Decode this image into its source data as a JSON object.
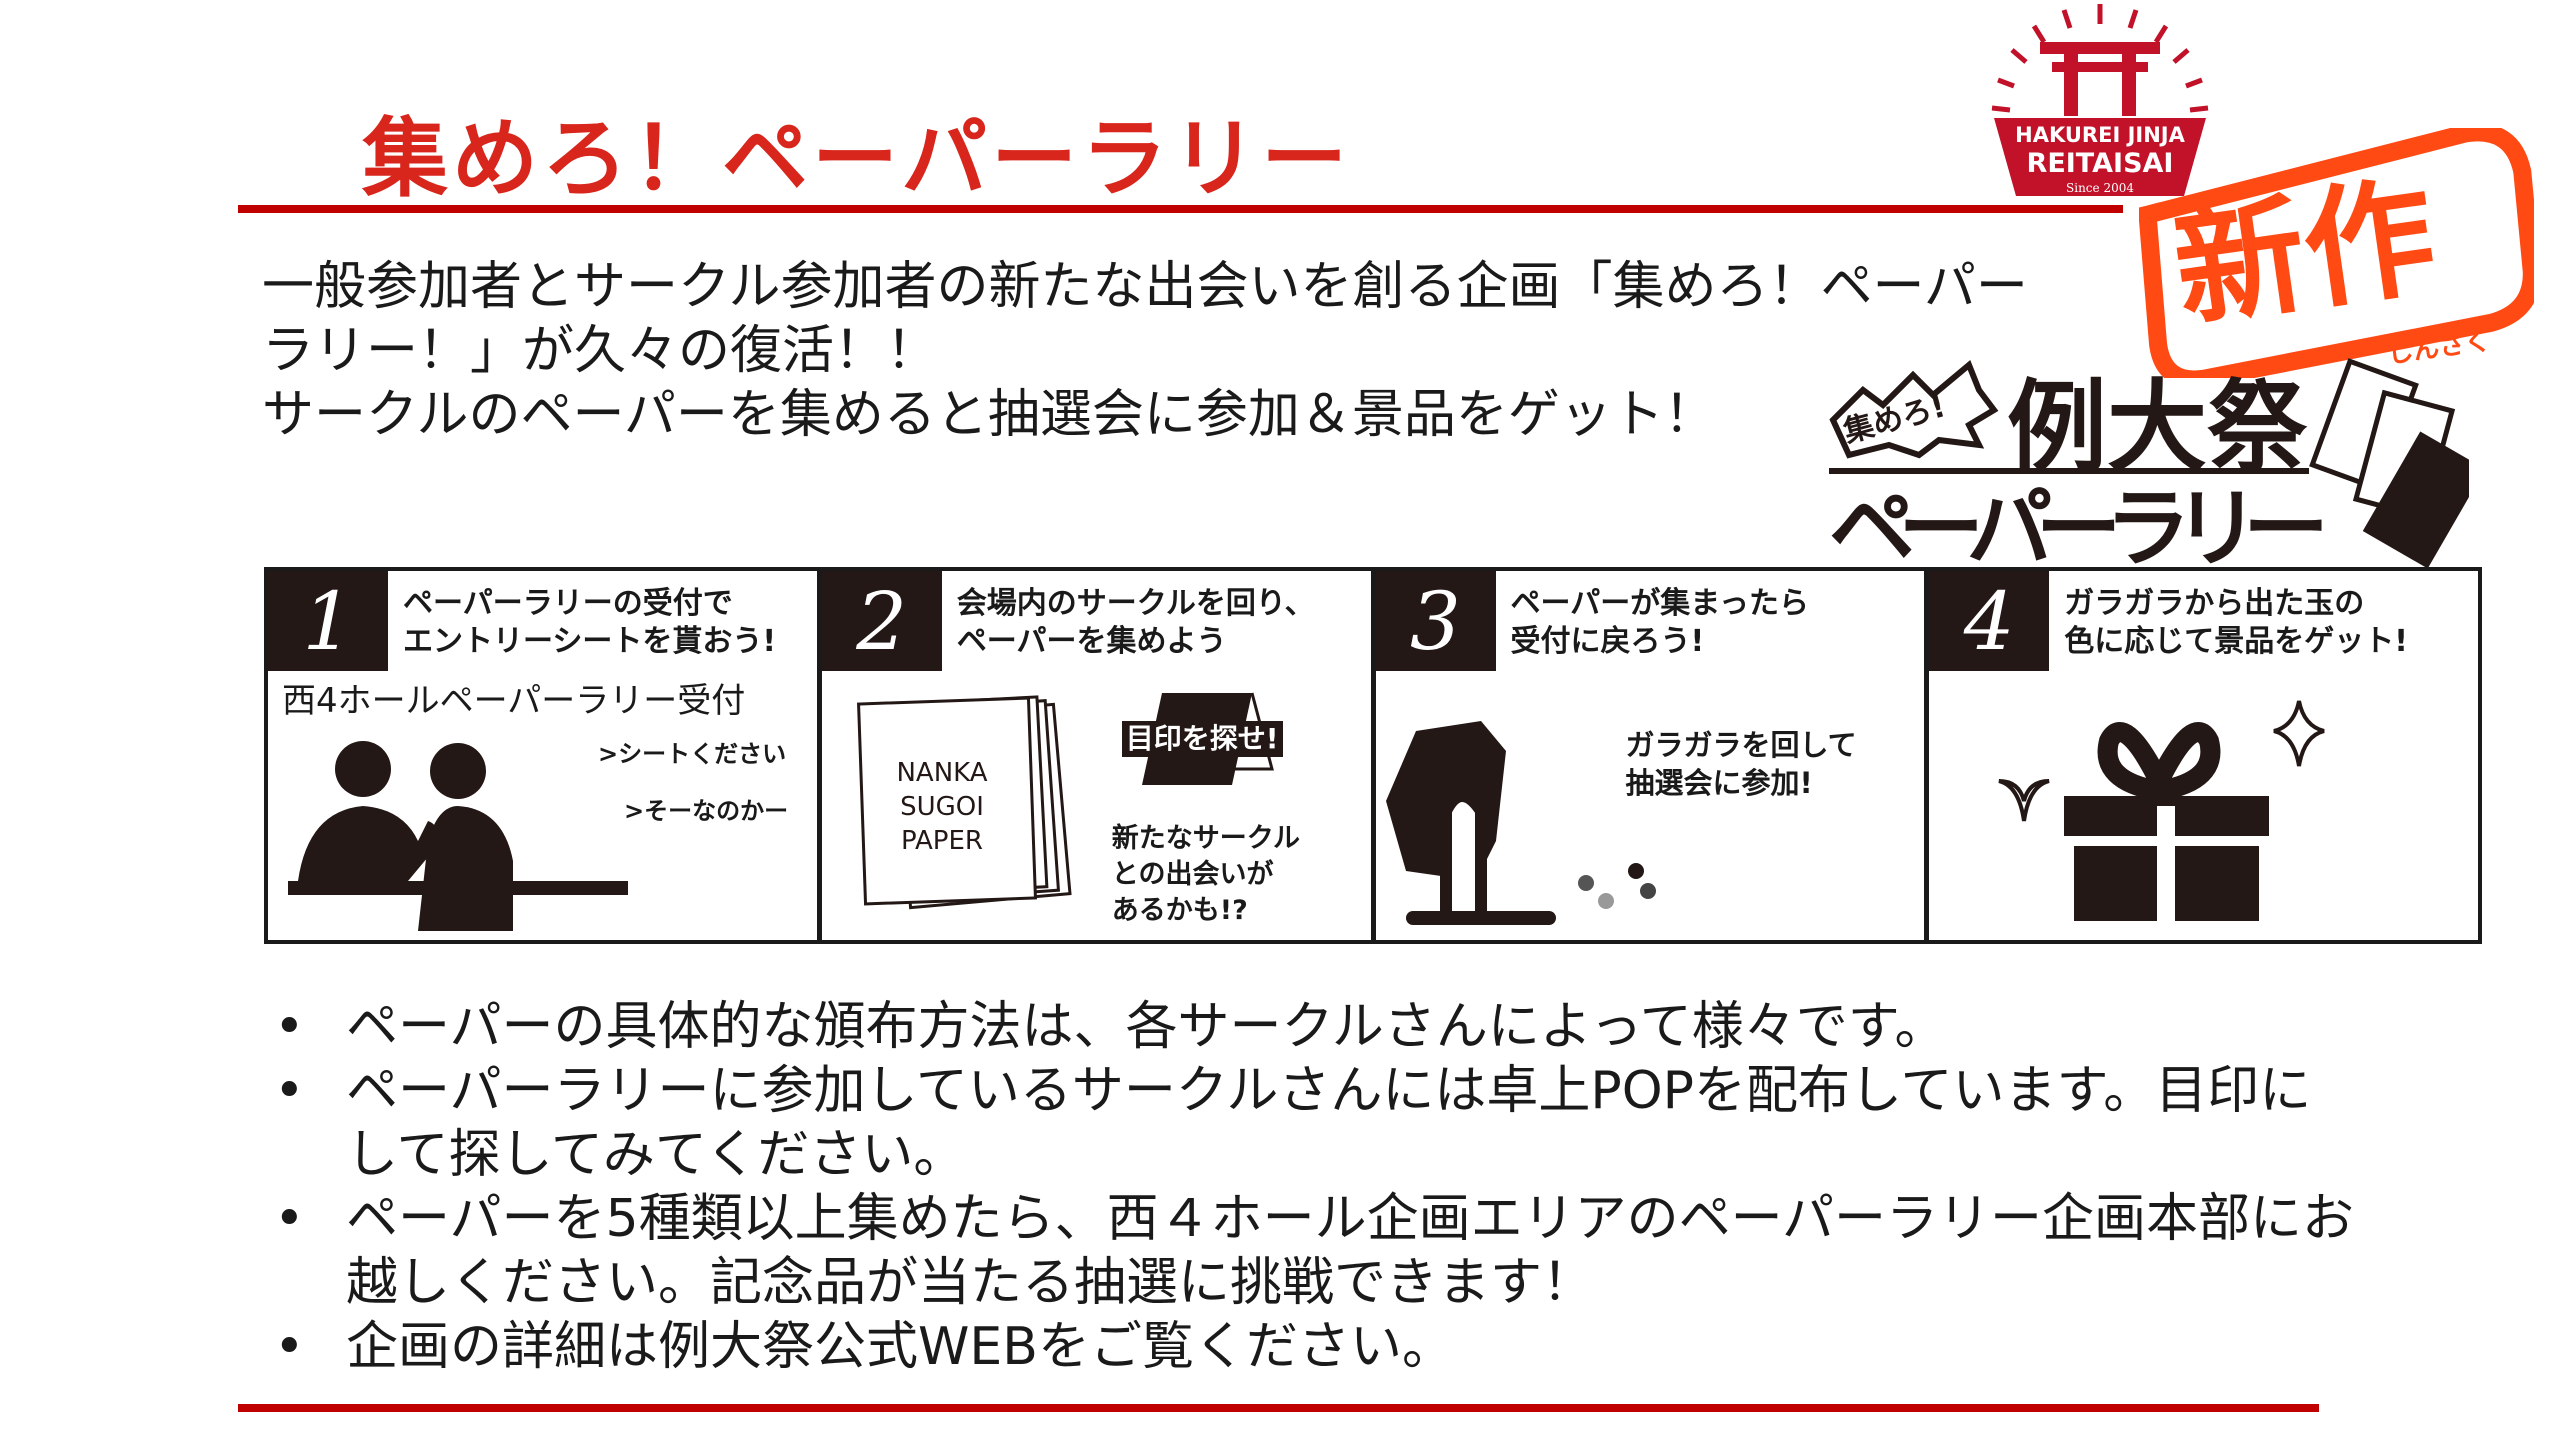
{
  "title": "集めろ！ペーパーラリー",
  "intro": [
    "一般参加者とサークル参加者の新たな出会いを創る企画「集めろ！ペーパー",
    "ラリー！」が久々の復活！！",
    "サークルのペーパーを集めると抽選会に参加＆景品をゲット！"
  ],
  "logo": {
    "line1": "HAKUREI JINJA",
    "line2": "REITAISAI",
    "since": "Since 2004"
  },
  "stamp": {
    "kanji": "新作",
    "reading": "しんさく"
  },
  "rally_logo": {
    "small": "集めろ!",
    "big1": "例大祭",
    "big2": "ペーパーラリー"
  },
  "steps": [
    {
      "num": "1",
      "head": [
        "ペーパーラリーの受付で",
        "エントリーシートを貰おう!"
      ],
      "label": "西4ホールペーパーラリー受付",
      "notes": [
        ">シートください",
        ">そーなのかー"
      ]
    },
    {
      "num": "2",
      "head": [
        "会場内のサークルを回り、",
        "ペーパーを集めよう"
      ],
      "paper": [
        "NANKA",
        "SUGOI",
        "PAPER"
      ],
      "sign": "目印を探せ!",
      "notes": [
        "新たなサークル",
        "との出会いが",
        "あるかも!?"
      ]
    },
    {
      "num": "3",
      "head": [
        "ペーパーが集まったら",
        "受付に戻ろう!"
      ],
      "notes": [
        "ガラガラを回して",
        "抽選会に参加!"
      ]
    },
    {
      "num": "4",
      "head": [
        "ガラガラから出た玉の",
        "色に応じて景品をゲット!"
      ]
    }
  ],
  "bullets": [
    "ペーパーの具体的な頒布方法は、各サークルさんによって様々です。",
    "ペーパーラリーに参加しているサークルさんには卓上POPを配布しています。目印にして探してみてください。",
    "ペーパーを5種類以上集めたら、西４ホール企画エリアのペーパーラリー企画本部にお越しください。記念品が当たる抽選に挑戦できます！",
    "企画の詳細は例大祭公式WEBをご覧ください。"
  ],
  "colors": {
    "accent": "#d8261c",
    "rule": "#c00000",
    "stamp": "#ff4a14",
    "logo": "#c1122a",
    "ink": "#231815"
  }
}
